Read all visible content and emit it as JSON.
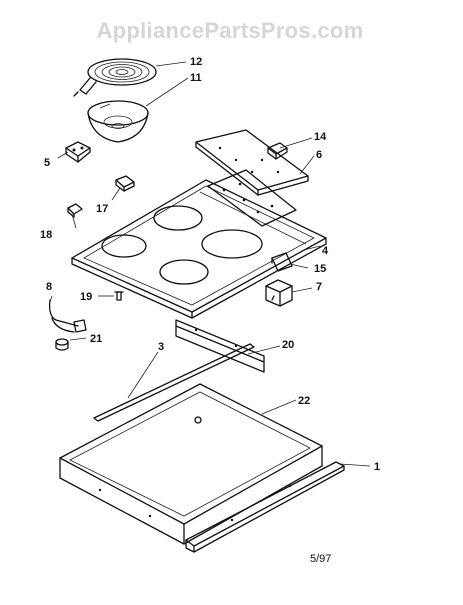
{
  "watermark": "AppliancePartsPros.com",
  "date_code": "5/97",
  "part_labels": {
    "p1": "1",
    "p3": "3",
    "p4": "4",
    "p5": "5",
    "p6": "6",
    "p7": "7",
    "p8": "8",
    "p11": "11",
    "p12": "12",
    "p14": "14",
    "p15": "15",
    "p17": "17",
    "p18": "18",
    "p19": "19",
    "p20": "20",
    "p21": "21",
    "p22": "22"
  }
}
